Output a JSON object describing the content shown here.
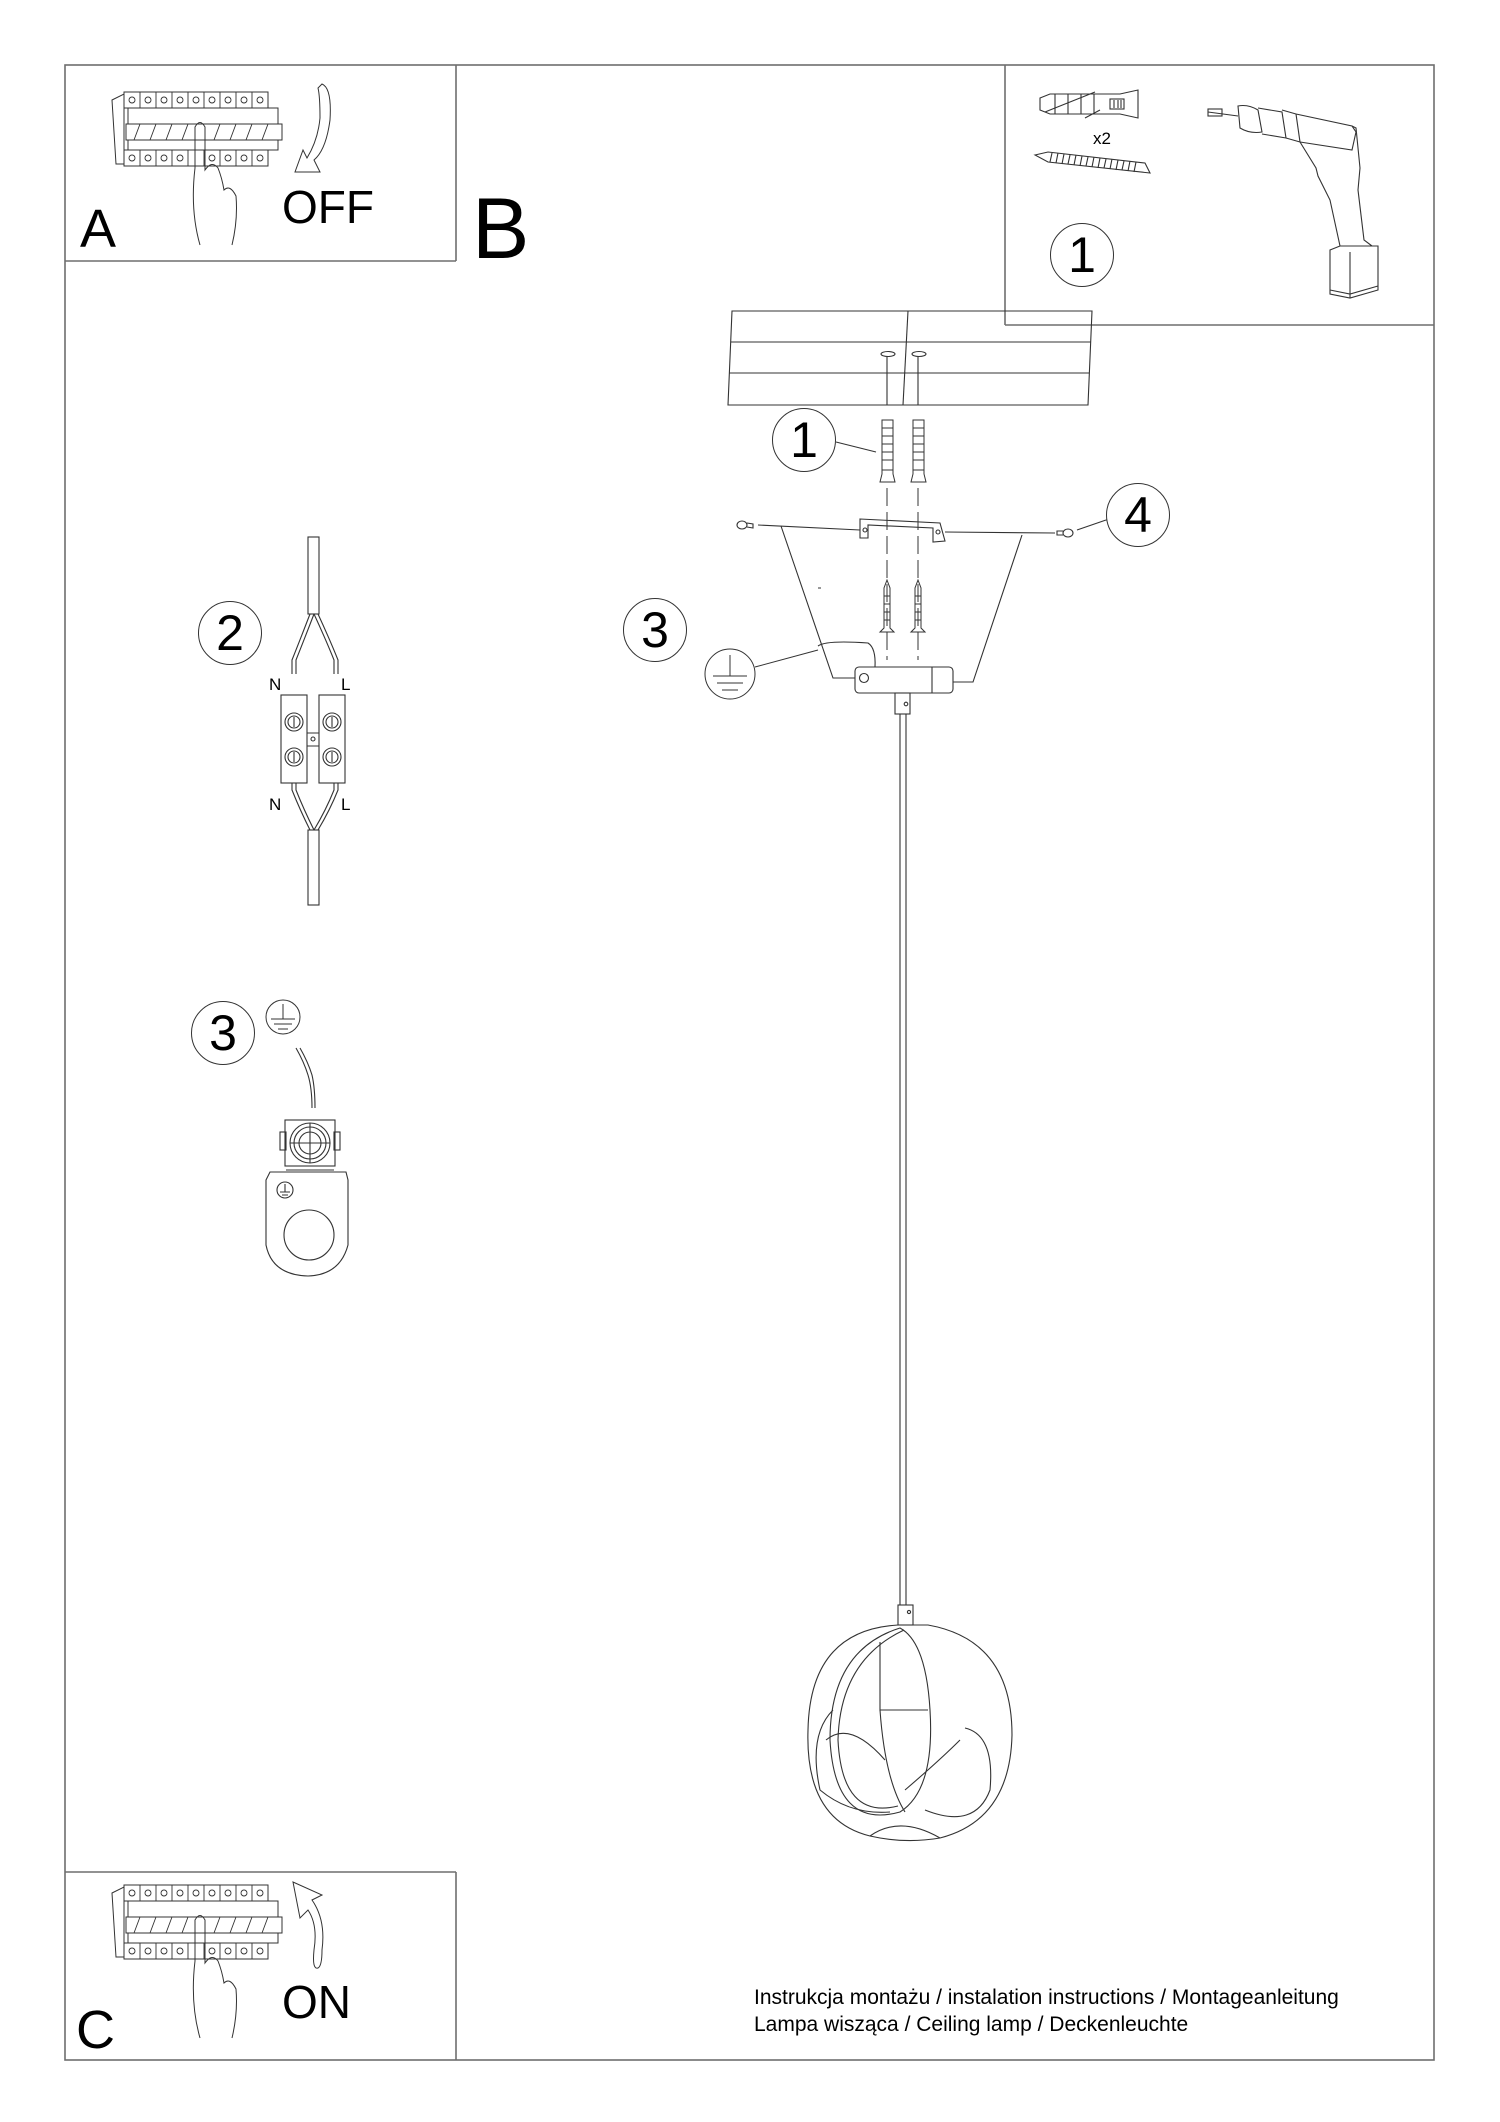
{
  "document": {
    "type": "assembly-instruction-sheet",
    "colors": {
      "line": "#333333",
      "frame": "#6e6e6e",
      "text": "#000000",
      "background": "#ffffff"
    }
  },
  "panel_a": {
    "letter": "A",
    "state": "OFF",
    "icons": [
      "breaker-panel-icon",
      "hand-pointing-icon",
      "arrow-down-curved-icon"
    ]
  },
  "panel_b": {
    "letter": "B",
    "callouts": {
      "step1": "1",
      "step3": "3",
      "step4": "4"
    },
    "icons": [
      "ceiling-icon",
      "wall-plug-icon",
      "mounting-bracket-icon",
      "screw-icon",
      "canopy-icon",
      "earth-symbol-icon",
      "pendant-lamp-icon"
    ]
  },
  "panel_c": {
    "letter": "C",
    "state": "ON",
    "icons": [
      "breaker-panel-icon",
      "hand-pointing-icon",
      "arrow-up-curved-icon"
    ]
  },
  "tools_box": {
    "step": "1",
    "quantity": "x2",
    "icons": [
      "wall-plug-icon",
      "screw-icon",
      "drill-icon"
    ]
  },
  "wiring": {
    "step": "2",
    "top_labels": {
      "neutral": "N",
      "live": "L"
    },
    "bottom_labels": {
      "neutral": "N",
      "live": "L"
    },
    "icons": [
      "cable-icon",
      "terminal-block-icon"
    ]
  },
  "earthing": {
    "step": "3",
    "icons": [
      "earth-symbol-icon",
      "earth-terminal-icon"
    ]
  },
  "footer": {
    "line1": "Instrukcja montażu / instalation instructions / Montageanleitung",
    "line2": "Lampa wisząca / Ceiling lamp / Deckenleuchte"
  }
}
